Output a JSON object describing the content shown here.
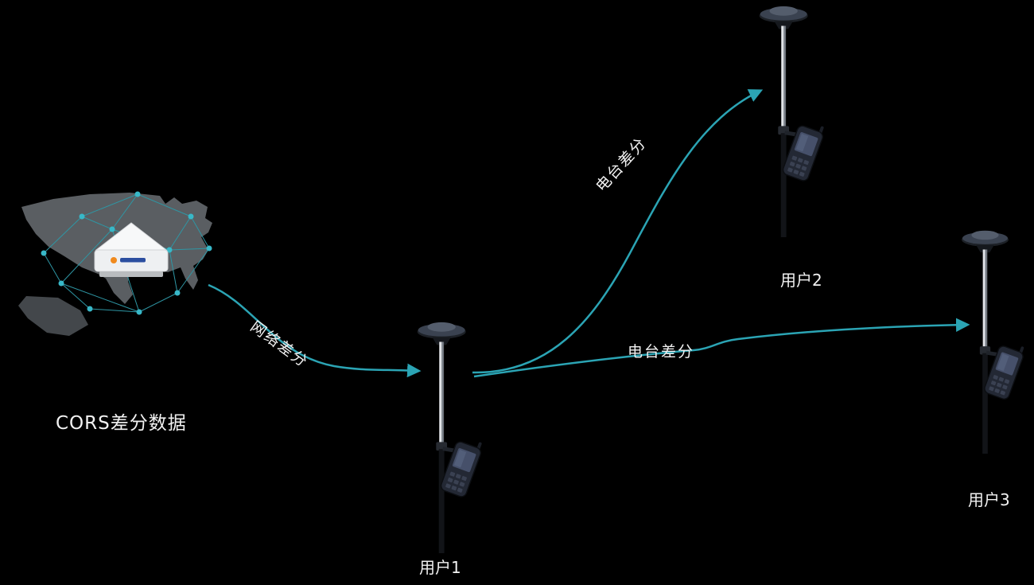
{
  "colors": {
    "background": "#000000",
    "arrow": "#2ba4b4",
    "mesh": "#38b8c8",
    "map": "#5a5e62",
    "text": "#f2f2f2"
  },
  "source": {
    "label": "CORS差分数据"
  },
  "links": [
    {
      "id": "network-diff",
      "label": "网络差分"
    },
    {
      "id": "radio-diff-to-user2",
      "label": "电台差分"
    },
    {
      "id": "radio-diff-to-user3",
      "label": "电台差分"
    }
  ],
  "users": [
    {
      "label": "用户1"
    },
    {
      "label": "用户2"
    },
    {
      "label": "用户3"
    }
  ]
}
